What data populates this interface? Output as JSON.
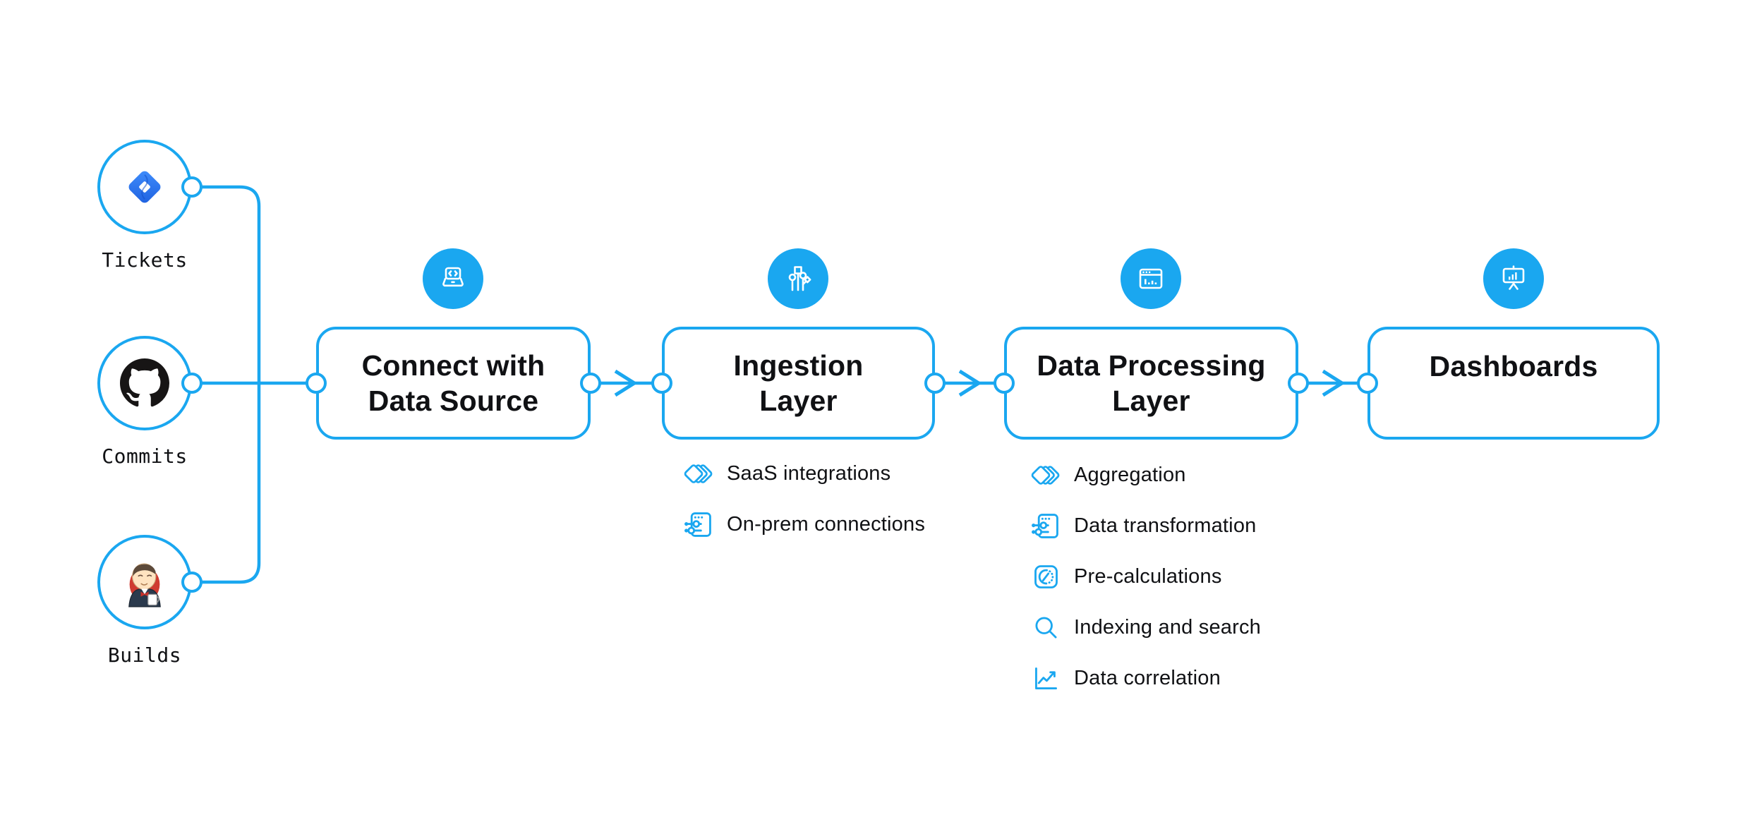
{
  "colors": {
    "accent": "#1aa7f0",
    "text": "#101114",
    "github_black": "#171515",
    "jira_blue_light": "#3f8dfc",
    "jira_blue_dark": "#1f61e0",
    "jenkins_red": "#cf3a30"
  },
  "sources": {
    "items": [
      {
        "label": "Tickets",
        "icon": "jira-icon"
      },
      {
        "label": "Commits",
        "icon": "github-icon"
      },
      {
        "label": "Builds",
        "icon": "jenkins-icon"
      }
    ]
  },
  "pipeline": {
    "stages": [
      {
        "label": "Connect with\nData Source",
        "icon": "laptop-code-icon",
        "features": []
      },
      {
        "label": "Ingestion\nLayer",
        "icon": "circuit-branches-icon",
        "features": [
          {
            "label": "SaaS integrations",
            "icon": "stacked-diamonds-icon"
          },
          {
            "label": "On-prem connections",
            "icon": "window-sliders-icon"
          }
        ]
      },
      {
        "label": "Data Processing\nLayer",
        "icon": "window-bar-chart-icon",
        "features": [
          {
            "label": "Aggregation",
            "icon": "stacked-diamonds-icon"
          },
          {
            "label": "Data transformation",
            "icon": "window-sliders-icon"
          },
          {
            "label": "Pre-calculations",
            "icon": "gauge-icon"
          },
          {
            "label": "Indexing and search",
            "icon": "search-icon"
          },
          {
            "label": "Data correlation",
            "icon": "line-chart-icon"
          }
        ]
      },
      {
        "label": "Dashboards",
        "icon": "presentation-chart-icon",
        "features": []
      }
    ]
  }
}
